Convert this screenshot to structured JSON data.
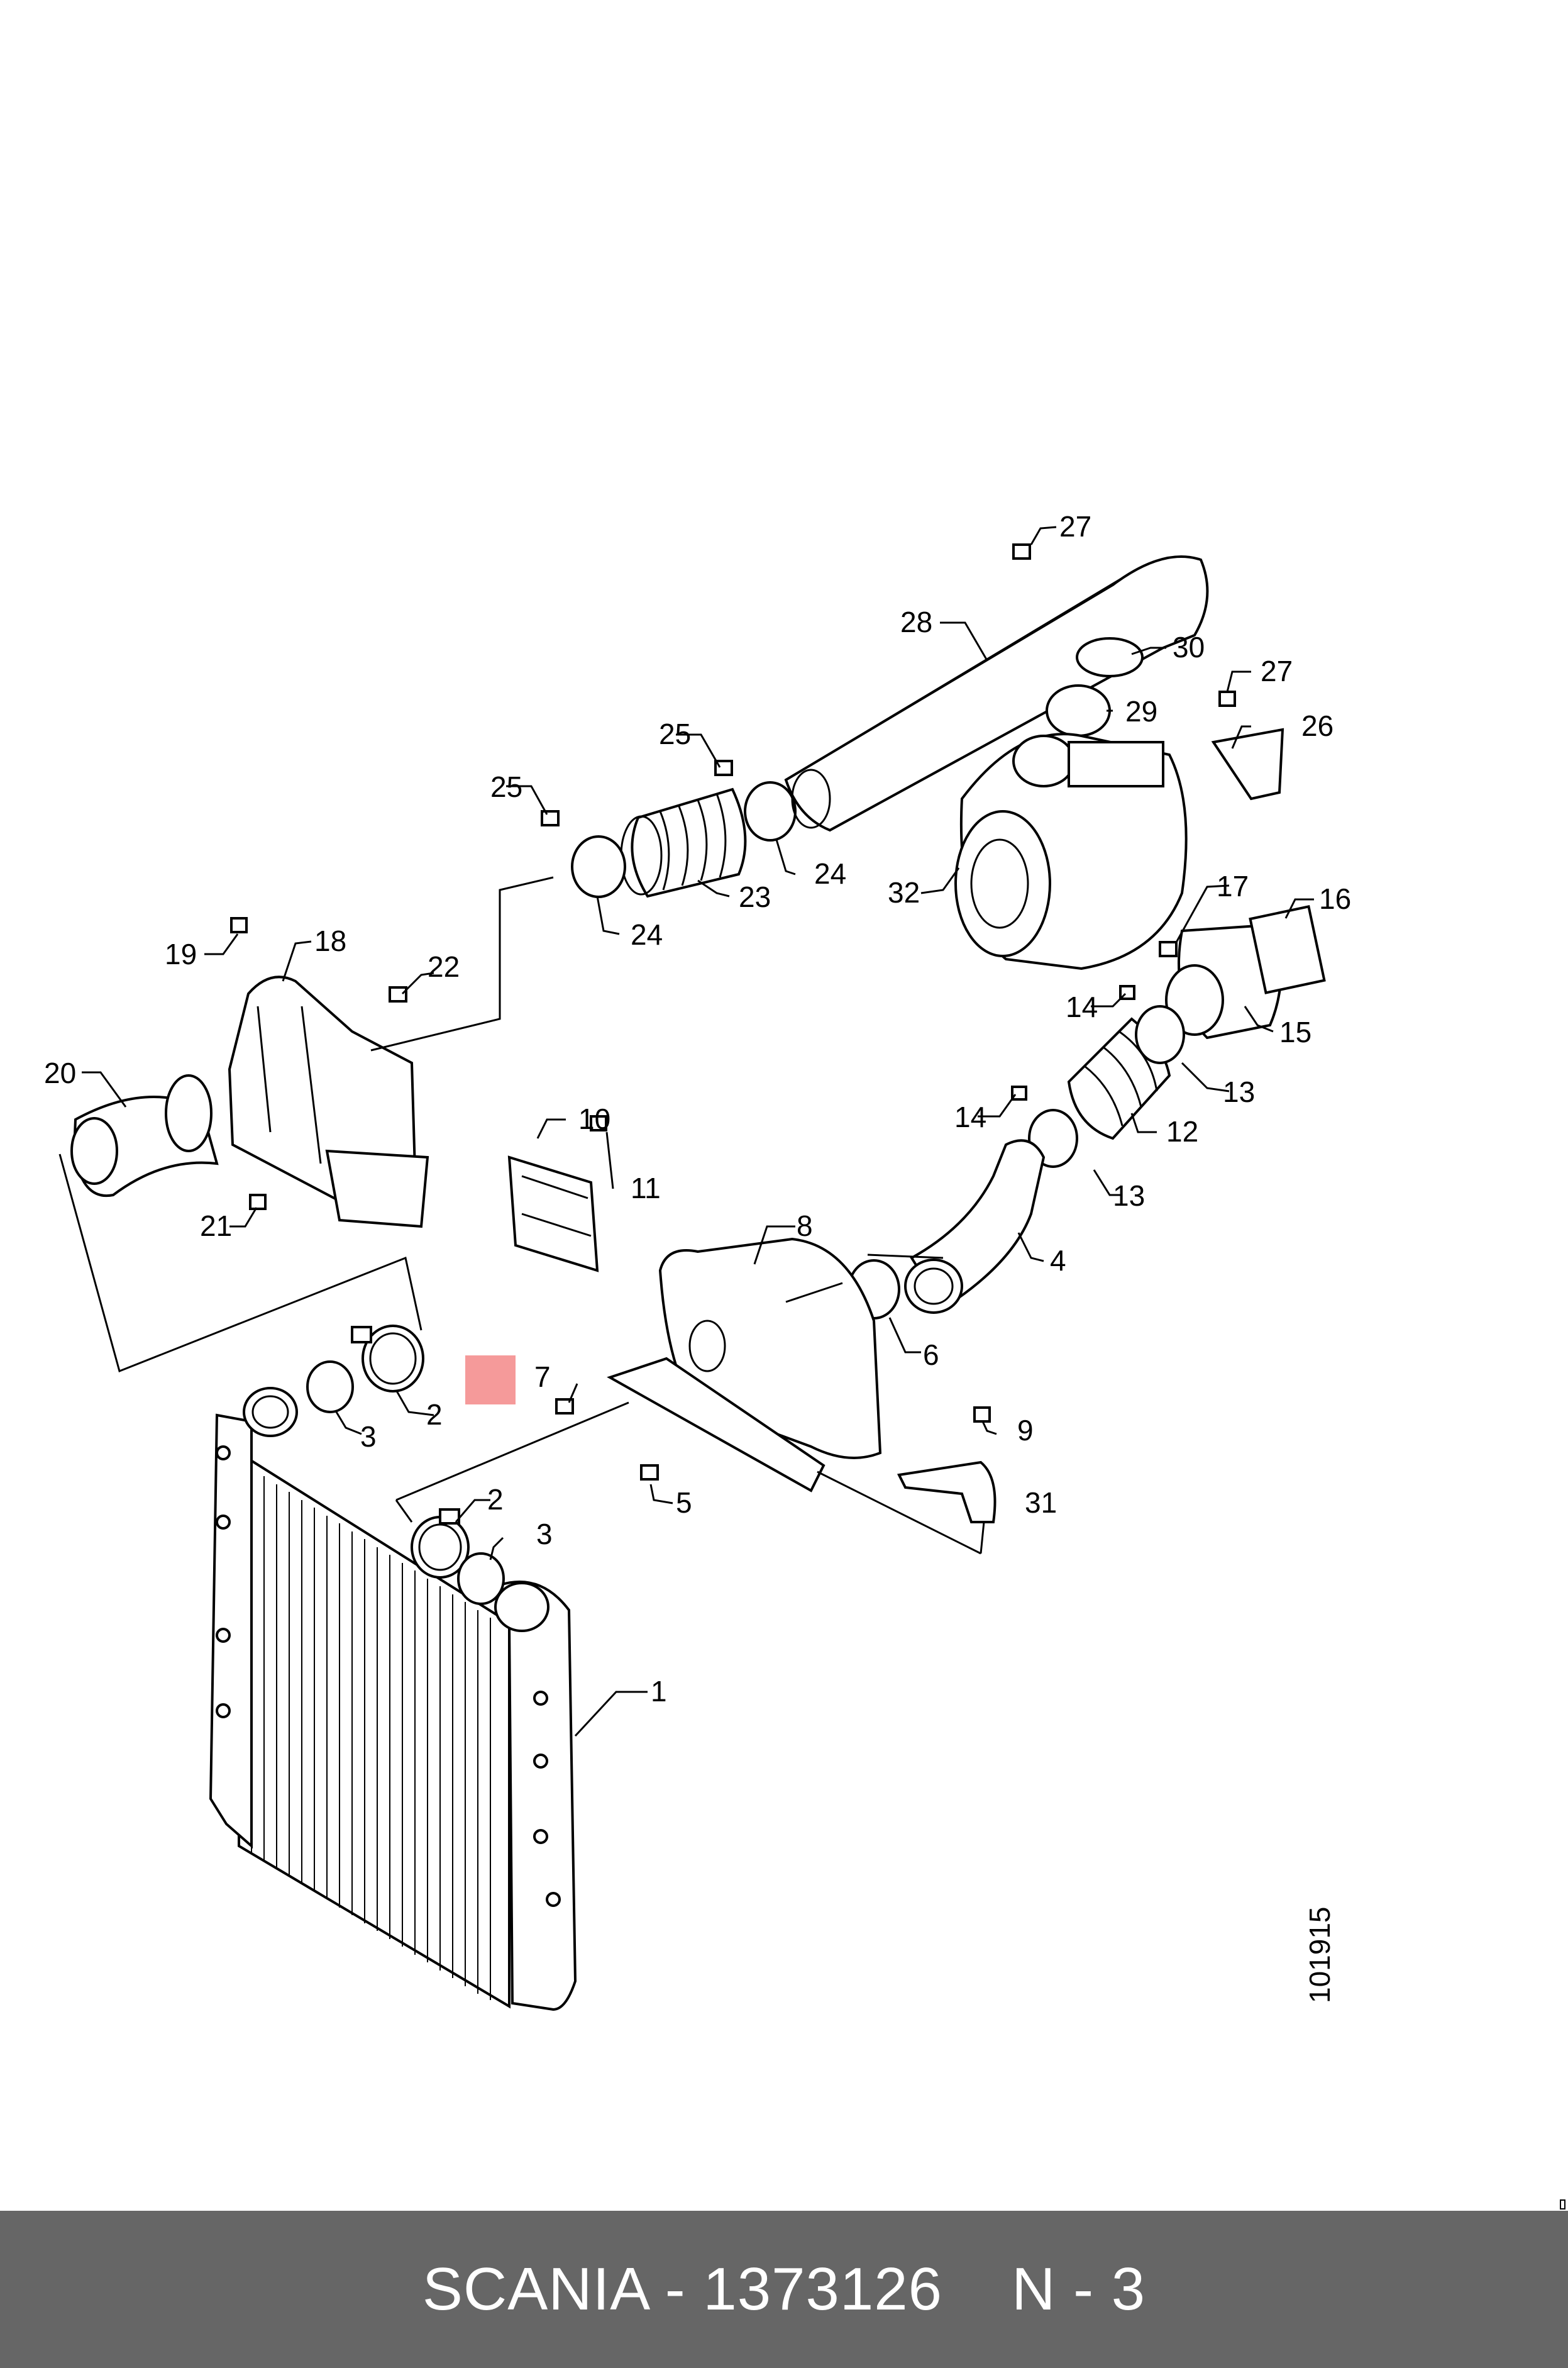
{
  "labels": {
    "p1": "1",
    "p2a": "2",
    "p2b": "2",
    "p3a": "3",
    "p3b": "3",
    "p4": "4",
    "p5": "5",
    "p6": "6",
    "p7": "7",
    "p8": "8",
    "p9": "9",
    "p10": "10",
    "p11": "11",
    "p12": "12",
    "p13a": "13",
    "p13b": "13",
    "p14a": "14",
    "p14b": "14",
    "p15": "15",
    "p16": "16",
    "p17": "17",
    "p18": "18",
    "p19": "19",
    "p20": "20",
    "p21": "21",
    "p22": "22",
    "p23": "23",
    "p24a": "24",
    "p24b": "24",
    "p25a": "25",
    "p25b": "25",
    "p26": "26",
    "p27a": "27",
    "p27b": "27",
    "p28": "28",
    "p29": "29",
    "p30": "30",
    "p31": "31",
    "p32": "32"
  },
  "drawing_number": "101915",
  "footer": {
    "brand_part": "SCANIA - 1373126",
    "position": "N - 3"
  },
  "colors": {
    "footer_bg": "#666666",
    "footer_text": "#ffffff",
    "highlight_marker": "#f59a9a"
  }
}
